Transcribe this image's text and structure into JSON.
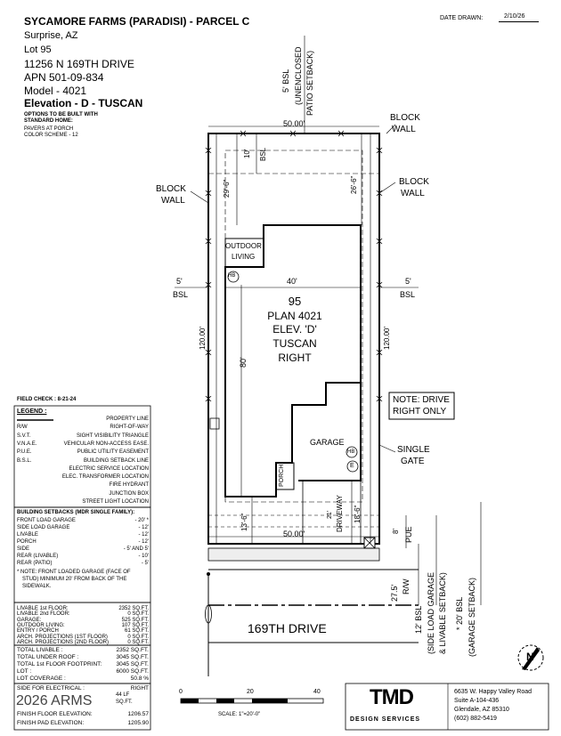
{
  "header": {
    "title": "SYCAMORE FARMS (PARADISI) - PARCEL C",
    "city": "Surprise, AZ",
    "lot": "Lot  95",
    "address": "11256 N 169TH DRIVE",
    "apn": "APN  501-09-834",
    "model": "Model -  4021",
    "elevation": "Elevation - D - TUSCAN",
    "options_line1": "OPTIONS TO BE BUILT WITH",
    "options_line2": "STANDARD HOME:",
    "options_line3": "PAVERS AT PORCH",
    "options_line4": "COLOR SCHEME  -  12",
    "date_label": "DATE DRAWN:",
    "date_value": "2/10/26"
  },
  "plan": {
    "rear_setback_1": "5' BSL",
    "rear_setback_2": "(UNENCLOSED",
    "rear_setback_3": "PATIO SETBACK)",
    "top_dim": "50.00'",
    "bottom_dim": "50.00'",
    "block_wall_tr_1": "BLOCK",
    "block_wall_tr_2": "WALL",
    "block_wall_r_1": "BLOCK",
    "block_wall_r_2": "WALL",
    "block_wall_l_1": "BLOCK",
    "block_wall_l_2": "WALL",
    "bsl_10": "10'",
    "bsl_10_label": "BSL",
    "dim_29_6": "29'-6\"",
    "dim_26_6": "26'-6\"",
    "outdoor_1": "OUTDOOR",
    "outdoor_2": "LIVING",
    "hb": "HB",
    "dim_40": "40'",
    "left_bsl_1": "5'",
    "left_bsl_2": "BSL",
    "right_bsl_1": "5'",
    "right_bsl_2": "BSL",
    "lot_number": "95",
    "plan_line": "PLAN 4021",
    "elev_line": "ELEV. 'D'",
    "tuscan_line": "TUSCAN",
    "right_line": "RIGHT",
    "dim_120_left": "120.00'",
    "dim_120_right": "120.00'",
    "dim_80": "80'",
    "note_drive_1": "NOTE: DRIVE",
    "note_drive_2": "RIGHT ONLY",
    "garage": "GARAGE",
    "hb2": "HB",
    "single_gate_1": "SINGLE",
    "single_gate_2": "GATE",
    "e_symbol": "E",
    "porch": "PORCH",
    "dim_21": "21'",
    "driveway": "DRIVEWAY",
    "dim_13_6": "13'-6\"",
    "dim_18_6": "18'-6\"",
    "dim_8": "8'",
    "pue": "PUE",
    "dim_27_5": "27.5'",
    "rw": "R/W",
    "bsl_12_1": "12' BSL",
    "bsl_12_2": "(SIDE LOAD GARAGE",
    "bsl_12_3": "& LIVABLE SETBACK)",
    "bsl_20_1": "* 20' BSL",
    "bsl_20_2": "(GARAGE SETBACK)",
    "street": "169TH DRIVE"
  },
  "legend": {
    "field_check": "FIELD CHECK : 8-21-24",
    "title": "LEGEND :",
    "items": [
      {
        "k": "",
        "v": "PROPERTY LINE"
      },
      {
        "k": "R/W",
        "v": "RIGHT-OF-WAY"
      },
      {
        "k": "S.V.T.",
        "v": "SIGHT VISIBILITY TRIANGLE"
      },
      {
        "k": "V.N.A.E.",
        "v": "VEHICULAR NON-ACCESS EASE."
      },
      {
        "k": "P.U.E.",
        "v": "PUBLIC UTILITY EASEMENT"
      },
      {
        "k": "B.S.L.",
        "v": "BUILDING SETBACK LINE"
      },
      {
        "k": "",
        "v": "ELECTRIC SERVICE LOCATION"
      },
      {
        "k": "",
        "v": "ELEC. TRANSFORMER LOCATION"
      },
      {
        "k": "",
        "v": "FIRE HYDRANT"
      },
      {
        "k": "",
        "v": "JUNCTION BOX"
      },
      {
        "k": "",
        "v": "STREET LIGHT LOCATION"
      }
    ]
  },
  "setbacks": {
    "title": "BUILDING SETBACKS (MDR SINGLE FAMILY):",
    "rows": [
      {
        "k": "FRONT LOAD GARAGE",
        "v": "- 20' *"
      },
      {
        "k": "SIDE LOAD GARAGE",
        "v": "- 12'"
      },
      {
        "k": "LIVABLE",
        "v": "- 12'"
      },
      {
        "k": "PORCH",
        "v": "- 12'"
      },
      {
        "k": "SIDE",
        "v": "- 5' AND 5'"
      },
      {
        "k": "REAR (LIVABLE)",
        "v": "- 10'"
      },
      {
        "k": "REAR (PATIO)",
        "v": "- 5'"
      }
    ],
    "note1": "* NOTE: FRONT LOADED GARAGE (FACE OF",
    "note2": "STUD) MINIMUM 20' FROM BACK OF THE",
    "note3": "SIDEWALK."
  },
  "areas": {
    "rows": [
      {
        "k": "LIVABLE 1st FLOOR:",
        "v": "2352 SQ.FT."
      },
      {
        "k": "LIVABLE 2nd FLOOR:",
        "v": "0 SQ.FT."
      },
      {
        "k": "GARAGE:",
        "v": "525 SQ.FT."
      },
      {
        "k": "OUTDOOR LIVING:",
        "v": "107 SQ.FT."
      },
      {
        "k": "ENTRY / PORCH",
        "v": "61 SQ.FT."
      },
      {
        "k": "ARCH. PROJECTIONS (1ST FLOOR)",
        "v": "0 SQ.FT."
      },
      {
        "k": "ARCH. PROJECTIONS (2ND FLOOR)",
        "v": "0 SQ.FT."
      }
    ],
    "totals": [
      {
        "k": "TOTAL LIVABLE :",
        "v": "2352 SQ.FT."
      },
      {
        "k": "TOTAL UNDER ROOF :",
        "v": "3045 SQ.FT."
      },
      {
        "k": "TOTAL 1st FLOOR FOOTPRINT:",
        "v": "3045 SQ.FT."
      },
      {
        "k": "LOT :",
        "v": "6000 SQ.FT."
      },
      {
        "k": "LOT COVERAGE :",
        "v": "50.8  %"
      }
    ],
    "electrical_k": "SIDE FOR ELECTRICAL :",
    "electrical_v": "RIGHT",
    "ff_k": "FINISH FLOOR ELEVATION:",
    "ff_v": "1206.57",
    "pad_k": "FINISH PAD ELEVATION:",
    "pad_v": "1205.90",
    "wall_lf": "44  LF",
    "sqft_lf": "SQ.FT."
  },
  "scale": {
    "t0": "0",
    "t20": "20",
    "t40": "40",
    "label": "SCALE:  1\"=20'-0\""
  },
  "footer": {
    "copyright": "2026 ARMS",
    "logo": "TMD",
    "logo_sub": "DESIGN SERVICES",
    "addr1": "6635 W. Happy Valley Road",
    "addr2": "Suite A-104-436",
    "addr3": "Glendale, AZ 85310",
    "phone": "(602) 882-5419",
    "north": "N"
  }
}
